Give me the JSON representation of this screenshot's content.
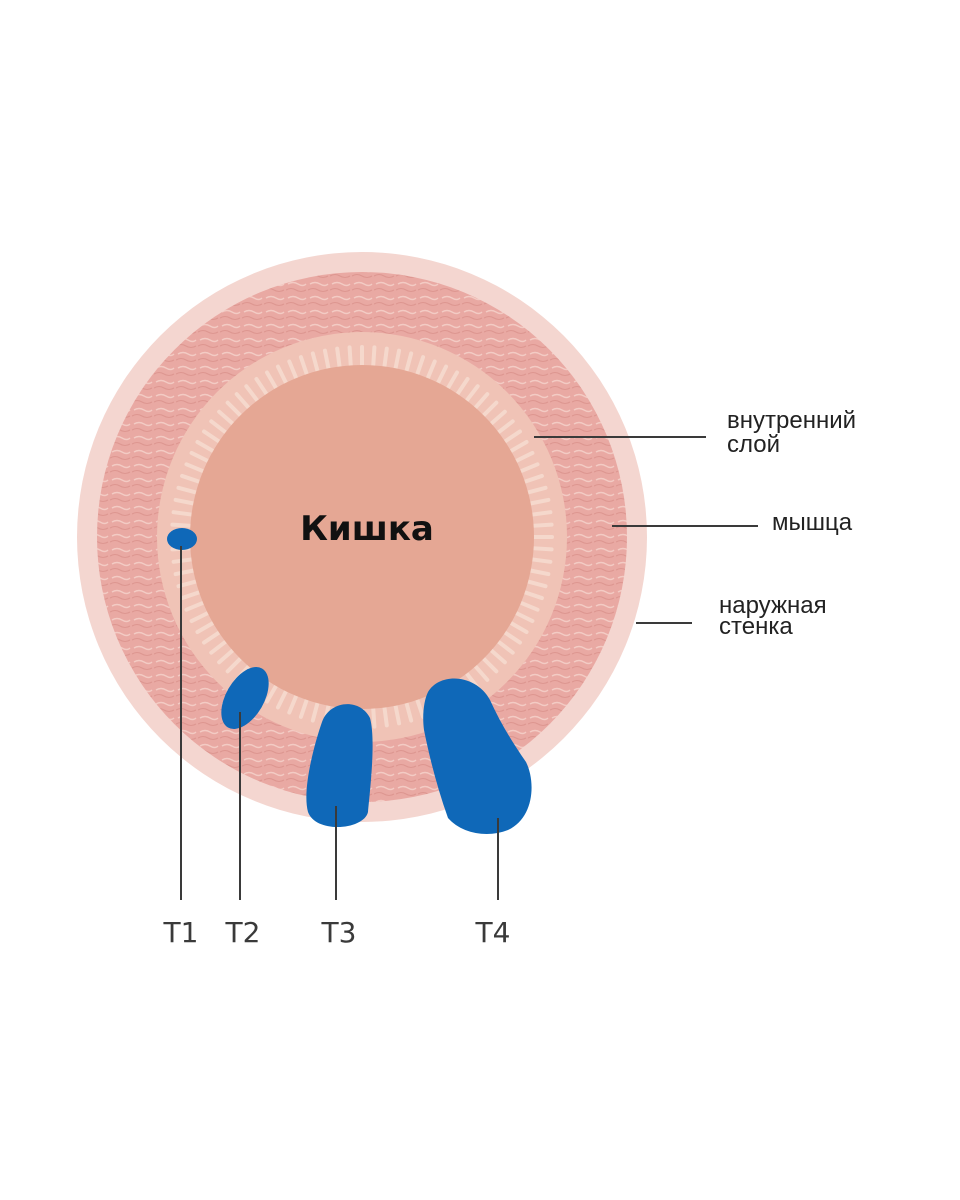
{
  "diagram": {
    "lumen_label": "Кишка",
    "layers": [
      {
        "id": "inner",
        "line1": "внутренний",
        "line2": "слой"
      },
      {
        "id": "muscle",
        "line1": "мышца",
        "line2": ""
      },
      {
        "id": "outer",
        "line1": "наружная",
        "line2": "стенка"
      }
    ],
    "stages": [
      "T1",
      "T2",
      "T3",
      "T4"
    ],
    "colors": {
      "outer_wall": "#f4d6d0",
      "muscle": "#e9a9a3",
      "inner_layer": "#f0c3b6",
      "villi": "#f5d8cc",
      "lumen": "#e5a794",
      "tumor": "#0f68b8",
      "leader": "#3a3a3a"
    }
  }
}
